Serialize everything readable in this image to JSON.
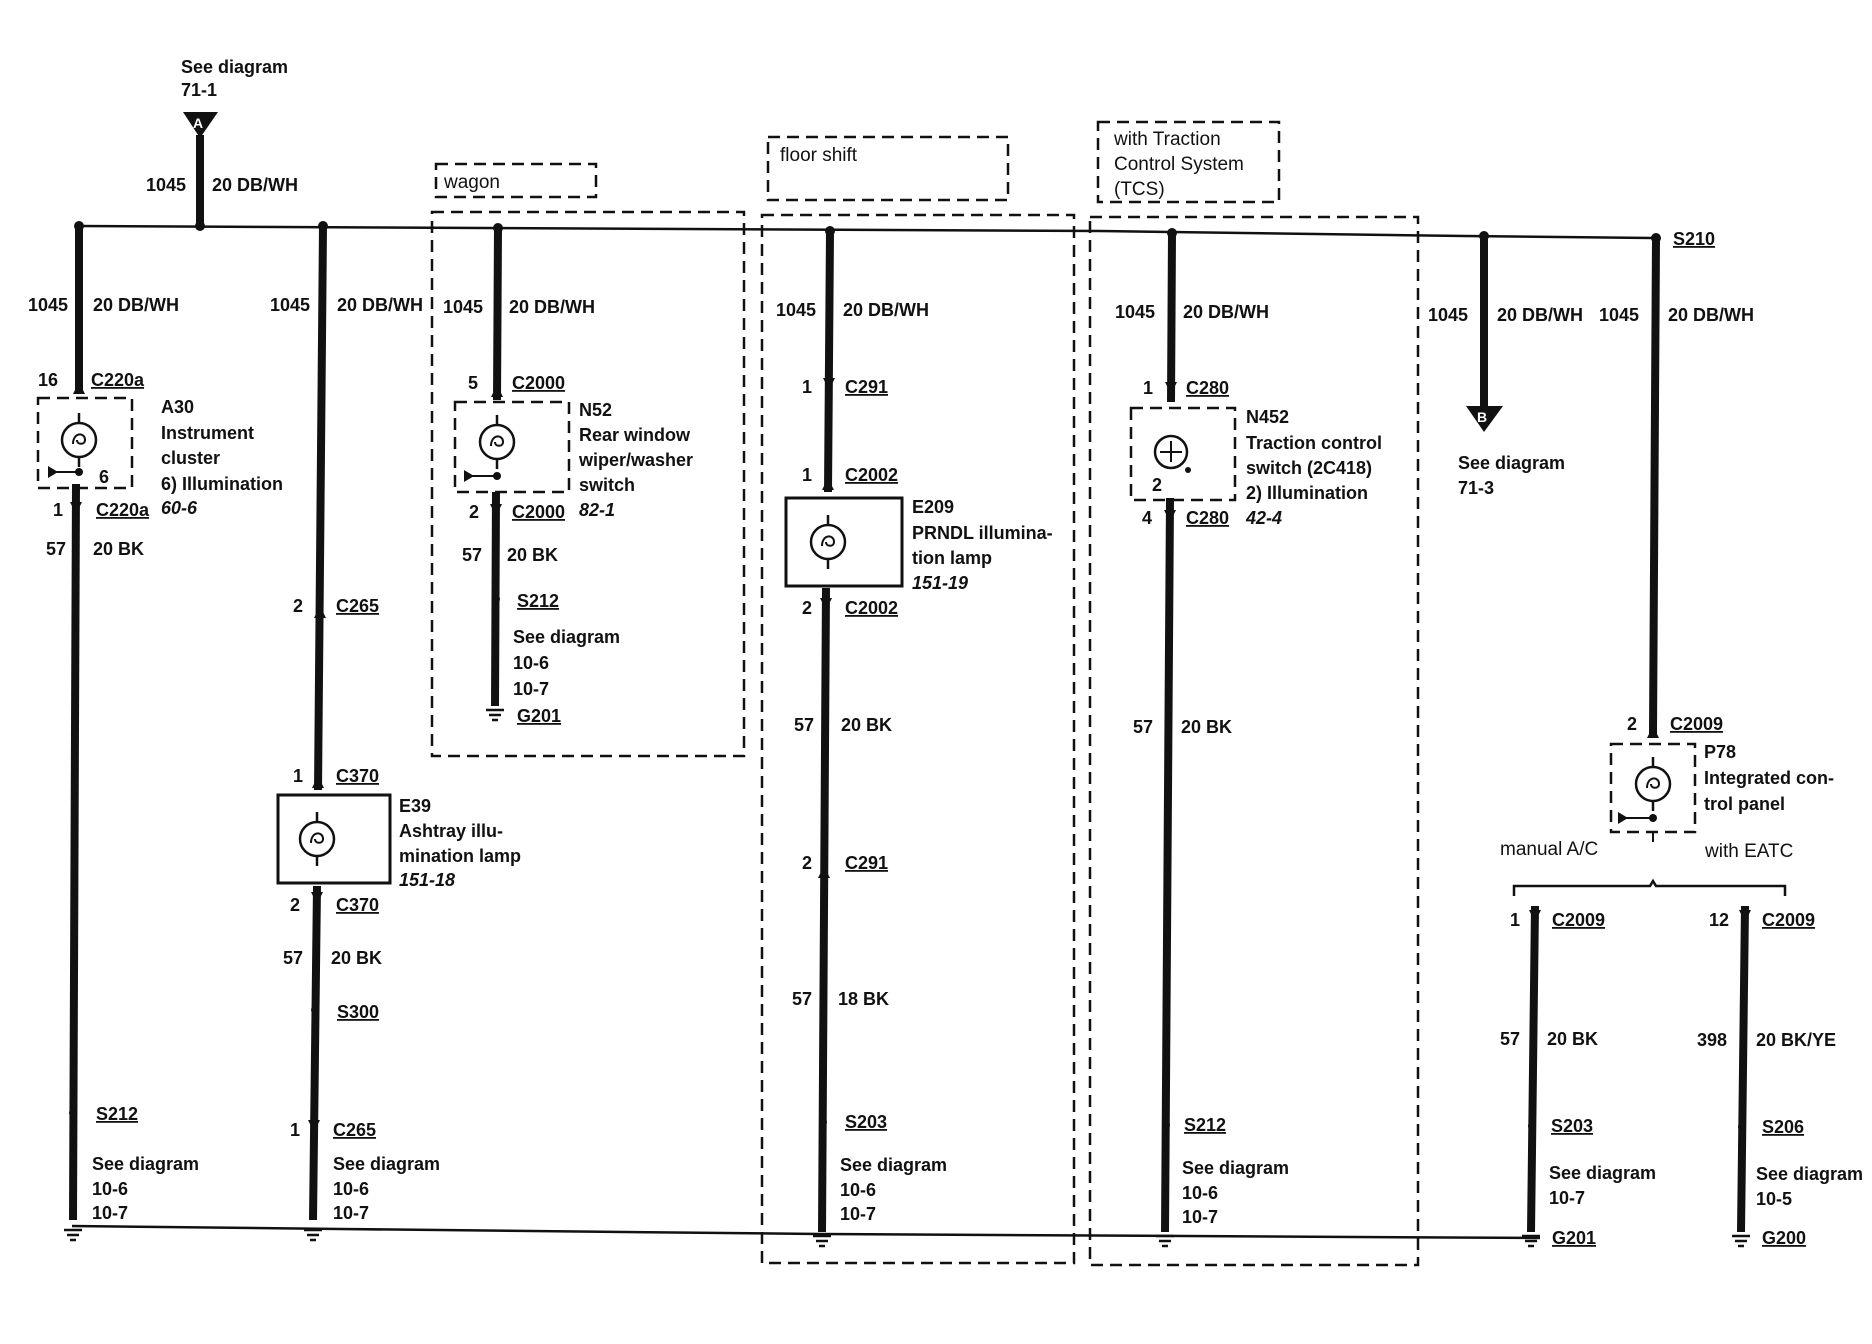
{
  "top_ref": {
    "see": "See diagram",
    "page": "71-1",
    "marker": "A",
    "circuit": "1045",
    "gauge": "20 DB/WH"
  },
  "option_labels": {
    "wagon": "wagon",
    "floor_shift": "floor shift",
    "tcs": [
      "with Traction",
      "Control System",
      "(TCS)"
    ]
  },
  "circuits": {
    "c1045": "1045",
    "g1045": "20 DB/WH",
    "c57": "57",
    "g20bk": "20 BK",
    "g18bk": "18 BK",
    "c398": "398",
    "g20bkye": "20 BK/YE"
  },
  "see_diagram": "See diagram",
  "col_a30": {
    "pin_top": "16",
    "conn_top": "C220a",
    "pin_side": "6",
    "pin_bot": "1",
    "conn_bot": "C220a",
    "code": "A30",
    "name": [
      "Instrument",
      "cluster"
    ],
    "note": "6)  Illumination",
    "ref": "60-6",
    "splice": "S212",
    "pages": [
      "10-6",
      "10-7"
    ]
  },
  "col_e39": {
    "pin1": "2",
    "conn1": "C265",
    "pin2": "1",
    "conn2": "C370",
    "pin3": "2",
    "conn3": "C370",
    "code": "E39",
    "name": [
      "Ashtray illu-",
      "mination lamp"
    ],
    "ref": "151-18",
    "splice": "S300",
    "pin4": "1",
    "conn4": "C265",
    "pages": [
      "10-6",
      "10-7"
    ]
  },
  "col_n52": {
    "pin_top": "5",
    "conn_top": "C2000",
    "pin_bot": "2",
    "conn_bot": "C2000",
    "code": "N52",
    "name": [
      "Rear window",
      "wiper/washer",
      "switch"
    ],
    "ref": "82-1",
    "splice": "S212",
    "pages": [
      "10-6",
      "10-7"
    ],
    "ground": "G201"
  },
  "col_e209": {
    "pin1": "1",
    "conn1": "C291",
    "pin2": "1",
    "conn2": "C2002",
    "pin3": "2",
    "conn3": "C2002",
    "code": "E209",
    "name": [
      "PRNDL illumina-",
      "tion lamp"
    ],
    "ref": "151-19",
    "pin4": "2",
    "conn4": "C291",
    "splice": "S203",
    "pages": [
      "10-6",
      "10-7"
    ]
  },
  "col_n452": {
    "pin_top": "1",
    "conn_top": "C280",
    "pin_side": "2",
    "pin_bot": "4",
    "conn_bot": "C280",
    "code": "N452",
    "name": [
      "Traction control",
      "switch (2C418)"
    ],
    "note": "2)   Illumination",
    "ref": "42-4",
    "splice": "S212",
    "pages": [
      "10-6",
      "10-7"
    ]
  },
  "col_b": {
    "marker": "B",
    "page": "71-3"
  },
  "col_p78": {
    "splice_top": "S210",
    "pin_top": "2",
    "conn_top": "C2009",
    "code": "P78",
    "name": [
      "Integrated con-",
      "trol panel"
    ],
    "left_label": "manual A/C",
    "right_label": "with EATC",
    "left": {
      "pin": "1",
      "conn": "C2009",
      "splice": "S203",
      "page": "10-7",
      "ground": "G201"
    },
    "right": {
      "pin": "12",
      "conn": "C2009",
      "splice": "S206",
      "page": "10-5",
      "ground": "G200"
    }
  }
}
